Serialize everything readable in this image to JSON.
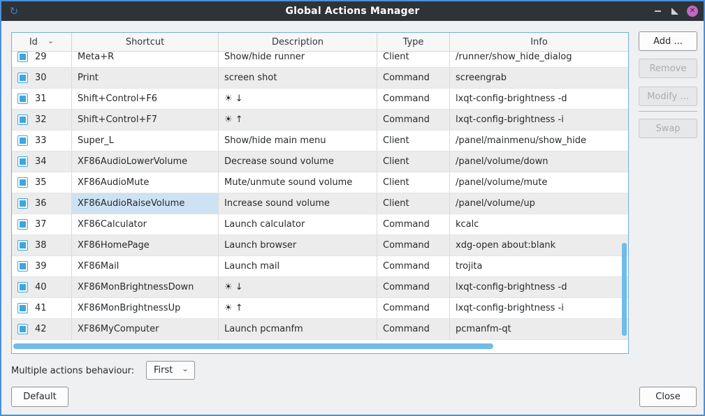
{
  "window": {
    "title": "Global Actions Manager",
    "icon": "circular-arrow",
    "close_x": "✕"
  },
  "table": {
    "columns": [
      {
        "key": "id",
        "label": "Id"
      },
      {
        "key": "shortcut",
        "label": "Shortcut"
      },
      {
        "key": "description",
        "label": "Description"
      },
      {
        "key": "type",
        "label": "Type"
      },
      {
        "key": "info",
        "label": "Info"
      }
    ],
    "sort_column": "id",
    "rows": [
      {
        "checked": true,
        "id": "29",
        "shortcut": "Meta+R",
        "description": "Show/hide runner",
        "type": "Client",
        "info": "/runner/show_hide_dialog"
      },
      {
        "checked": true,
        "id": "30",
        "shortcut": "Print",
        "description": "screen shot",
        "type": "Command",
        "info": "screengrab"
      },
      {
        "checked": true,
        "id": "31",
        "shortcut": "Shift+Control+F6",
        "description": "☀ ↓",
        "type": "Command",
        "info": "lxqt-config-brightness -d"
      },
      {
        "checked": true,
        "id": "32",
        "shortcut": "Shift+Control+F7",
        "description": "☀ ↑",
        "type": "Command",
        "info": "lxqt-config-brightness -i"
      },
      {
        "checked": true,
        "id": "33",
        "shortcut": "Super_L",
        "description": "Show/hide main menu",
        "type": "Client",
        "info": "/panel/mainmenu/show_hide"
      },
      {
        "checked": true,
        "id": "34",
        "shortcut": "XF86AudioLowerVolume",
        "description": "Decrease sound volume",
        "type": "Client",
        "info": "/panel/volume/down"
      },
      {
        "checked": true,
        "id": "35",
        "shortcut": "XF86AudioMute",
        "description": "Mute/unmute sound volume",
        "type": "Client",
        "info": "/panel/volume/mute"
      },
      {
        "checked": true,
        "id": "36",
        "shortcut": "XF86AudioRaiseVolume",
        "description": "Increase sound volume",
        "type": "Client",
        "info": "/panel/volume/up"
      },
      {
        "checked": true,
        "id": "37",
        "shortcut": "XF86Calculator",
        "description": "Launch calculator",
        "type": "Command",
        "info": "kcalc"
      },
      {
        "checked": true,
        "id": "38",
        "shortcut": "XF86HomePage",
        "description": "Launch browser",
        "type": "Command",
        "info": "xdg-open about:blank"
      },
      {
        "checked": true,
        "id": "39",
        "shortcut": "XF86Mail",
        "description": "Launch mail",
        "type": "Command",
        "info": "trojita"
      },
      {
        "checked": true,
        "id": "40",
        "shortcut": "XF86MonBrightnessDown",
        "description": "☀ ↓",
        "type": "Command",
        "info": "lxqt-config-brightness -d"
      },
      {
        "checked": true,
        "id": "41",
        "shortcut": "XF86MonBrightnessUp",
        "description": "☀ ↑",
        "type": "Command",
        "info": "lxqt-config-brightness -i"
      },
      {
        "checked": true,
        "id": "42",
        "shortcut": "XF86MyComputer",
        "description": "Launch pcmanfm",
        "type": "Command",
        "info": "pcmanfm-qt"
      }
    ],
    "selected_cell": {
      "row_id": "36",
      "column": "shortcut"
    }
  },
  "side_buttons": {
    "add": "Add ...",
    "remove": "Remove",
    "modify": "Modify ...",
    "swap": "Swap"
  },
  "bottom": {
    "behaviour_label": "Multiple actions behaviour:",
    "behaviour_value": "First",
    "default_button": "Default",
    "close_button": "Close"
  },
  "colors": {
    "window_border": "#4a90d9",
    "titlebar": "#2e3338",
    "background": "#eff0f1",
    "table_focus_border": "#73aede",
    "selected_cell": "#cde2f2",
    "checkbox_blue": "#3ba7e0",
    "scrollbar_thumb": "#70bce9",
    "close_button_circle": "#c468c4"
  }
}
